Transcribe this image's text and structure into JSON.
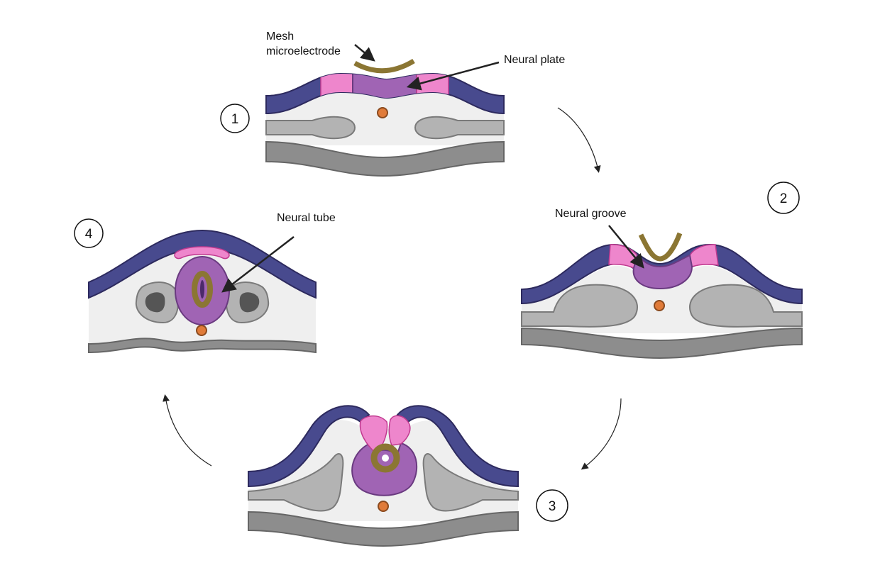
{
  "labels": {
    "mesh_microelectrode_line1": "Mesh",
    "mesh_microelectrode_line2": "microelectrode",
    "neural_plate": "Neural plate",
    "neural_groove": "Neural groove",
    "neural_tube": "Neural tube"
  },
  "steps": [
    "1",
    "2",
    "3",
    "4"
  ],
  "colors": {
    "ectoderm": "#484a8e",
    "neural_crest": "#ee86cc",
    "neural_tissue": "#a064b4",
    "electrode": "#8b7633",
    "notochord": "#e07b39",
    "mesoderm": "#b3b3b3",
    "endoderm": "#8d8d8d"
  }
}
